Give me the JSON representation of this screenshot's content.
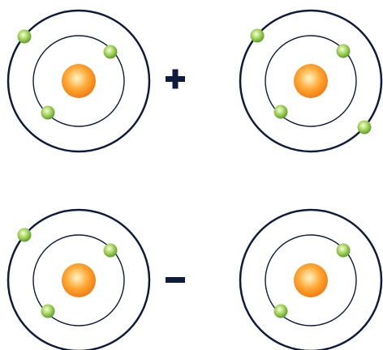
{
  "colors": {
    "orbit": "#0f1b3d",
    "nucleus_core": "#fff6c8",
    "nucleus_mid": "#ffa733",
    "nucleus_edge": "#f07a10",
    "electron_core": "#f4ffd8",
    "electron_mid": "#a3d25a",
    "electron_edge": "#5d9e2a",
    "operator": "#0f1b3d",
    "background": "#ffffff"
  },
  "diagram": {
    "atoms": [
      {
        "id": "atom-top-left",
        "inner_electrons": 2,
        "outer_electrons": 1
      },
      {
        "id": "atom-top-right",
        "inner_electrons": 2,
        "outer_electrons": 2
      },
      {
        "id": "atom-bottom-left",
        "inner_electrons": 2,
        "outer_electrons": 1
      },
      {
        "id": "atom-bottom-right",
        "inner_electrons": 2,
        "outer_electrons": 0
      }
    ],
    "operators": [
      {
        "id": "operator-plus",
        "symbol": "+",
        "meaning": "plus"
      },
      {
        "id": "operator-minus",
        "symbol": "−",
        "meaning": "minus"
      }
    ]
  }
}
